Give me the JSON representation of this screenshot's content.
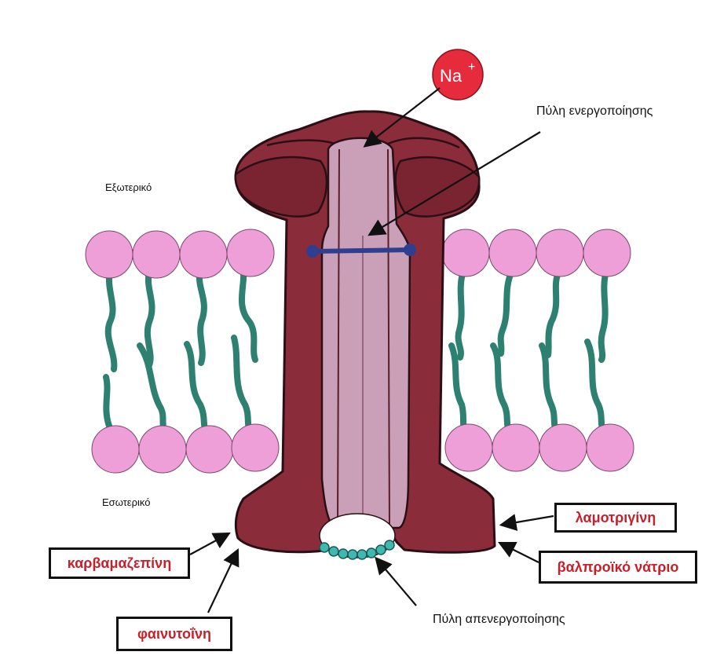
{
  "ion": {
    "symbol": "Na",
    "charge": "+"
  },
  "labels": {
    "outside": "Εξωτερικό",
    "inside": "Εσωτερικό",
    "activation_gate": "Πύλη ενεργοποίησης",
    "inactivation_gate": "Πύλη απενεργοποίησης"
  },
  "drugs": {
    "carbamazepine": "καρβαμαζεπίνη",
    "phenytoin": "φαινυτοΐνη",
    "lamotrigine": "λαμοτριγίνη",
    "valproate": "βαλπροϊκό νάτριο"
  },
  "colors": {
    "channel": "#8b2c3a",
    "channel_outline": "#2a0f14",
    "pore": "#c9a0b8",
    "phospholipid_head": "#ee9fd8",
    "lipid_tail": "#2e8070",
    "ion": "#e52b3c",
    "activation_gate": "#2e3f8f",
    "inactivation_beads": "#3fb8b0",
    "drug_text": "#c8202a"
  }
}
